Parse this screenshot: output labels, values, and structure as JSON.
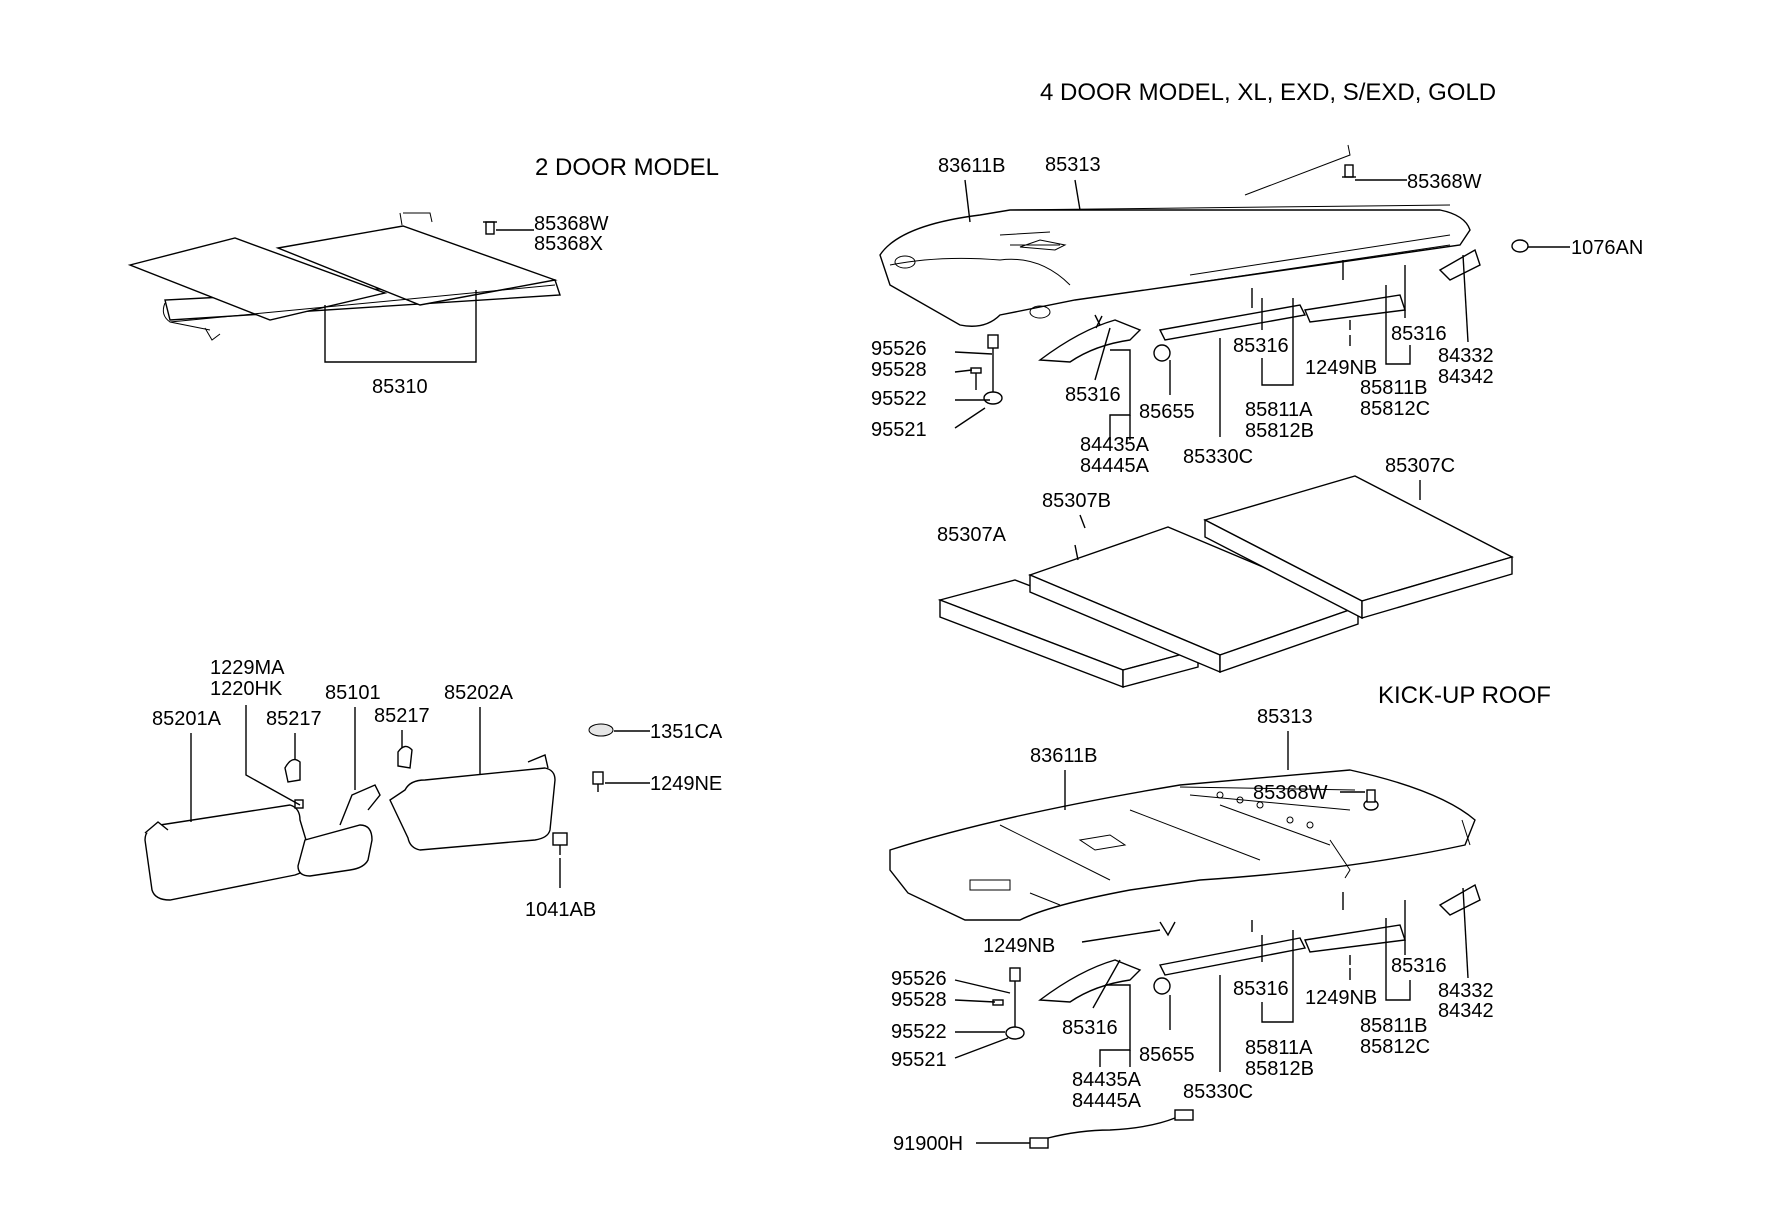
{
  "sections": {
    "two_door": "2 DOOR MODEL",
    "four_door": "4 DOOR MODEL, XL, EXD, S/EXD, GOLD",
    "kick_up": "KICK-UP ROOF"
  },
  "labels": {
    "85368W_a": "85368W",
    "85368X": "85368X",
    "85310": "85310",
    "83611B_a": "83611B",
    "85313_a": "85313",
    "85368W_b": "85368W",
    "1076AN": "1076AN",
    "95526_a": "95526",
    "95528_a": "95528",
    "95522_a": "95522",
    "95521_a": "95521",
    "85316_a1": "85316",
    "85316_a2": "85316",
    "85316_a3": "85316",
    "1249NB_a": "1249NB",
    "85655_a": "85655",
    "84435A_a": "84435A",
    "84445A_a": "84445A",
    "85811A_a": "85811A",
    "85812B_a": "85812B",
    "85811B_a": "85811B",
    "85812C_a": "85812C",
    "84332_a": "84332",
    "84342_a": "84342",
    "85330C_a": "85330C",
    "85307A": "85307A",
    "85307B": "85307B",
    "85307C": "85307C",
    "1229MA": "1229MA",
    "1220HK": "1220HK",
    "85201A": "85201A",
    "85217_a": "85217",
    "85101": "85101",
    "85217_b": "85217",
    "85202A": "85202A",
    "1351CA": "1351CA",
    "1249NE": "1249NE",
    "1041AB": "1041AB",
    "85313_b": "85313",
    "83611B_b": "83611B",
    "85368W_c": "85368W",
    "1249NB_b": "1249NB",
    "1249NB_c": "1249NB",
    "95526_b": "95526",
    "95528_b": "95528",
    "95522_b": "95522",
    "95521_b": "95521",
    "85316_b1": "85316",
    "85316_b2": "85316",
    "85316_b3": "85316",
    "85655_b": "85655",
    "84435A_b": "84435A",
    "84445A_b": "84445A",
    "85811A_b": "85811A",
    "85812B_b": "85812B",
    "85811B_b": "85811B",
    "85812C_b": "85812C",
    "84332_b": "84332",
    "84342_b": "84342",
    "85330C_b": "85330C",
    "91900H": "91900H"
  }
}
